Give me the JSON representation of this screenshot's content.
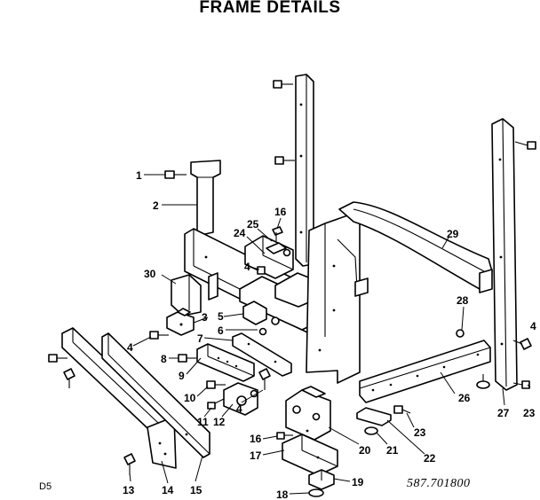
{
  "title": "FRAME DETAILS",
  "page_code": "D5",
  "model_number": "587.701800",
  "callouts": [
    "1",
    "2",
    "3",
    "4",
    "4",
    "4",
    "4",
    "5",
    "6",
    "7",
    "8",
    "9",
    "10",
    "11",
    "12",
    "13",
    "14",
    "15",
    "16",
    "16",
    "17",
    "18",
    "19",
    "20",
    "21",
    "22",
    "23",
    "23",
    "24",
    "25",
    "26",
    "27",
    "28",
    "29",
    "30"
  ]
}
